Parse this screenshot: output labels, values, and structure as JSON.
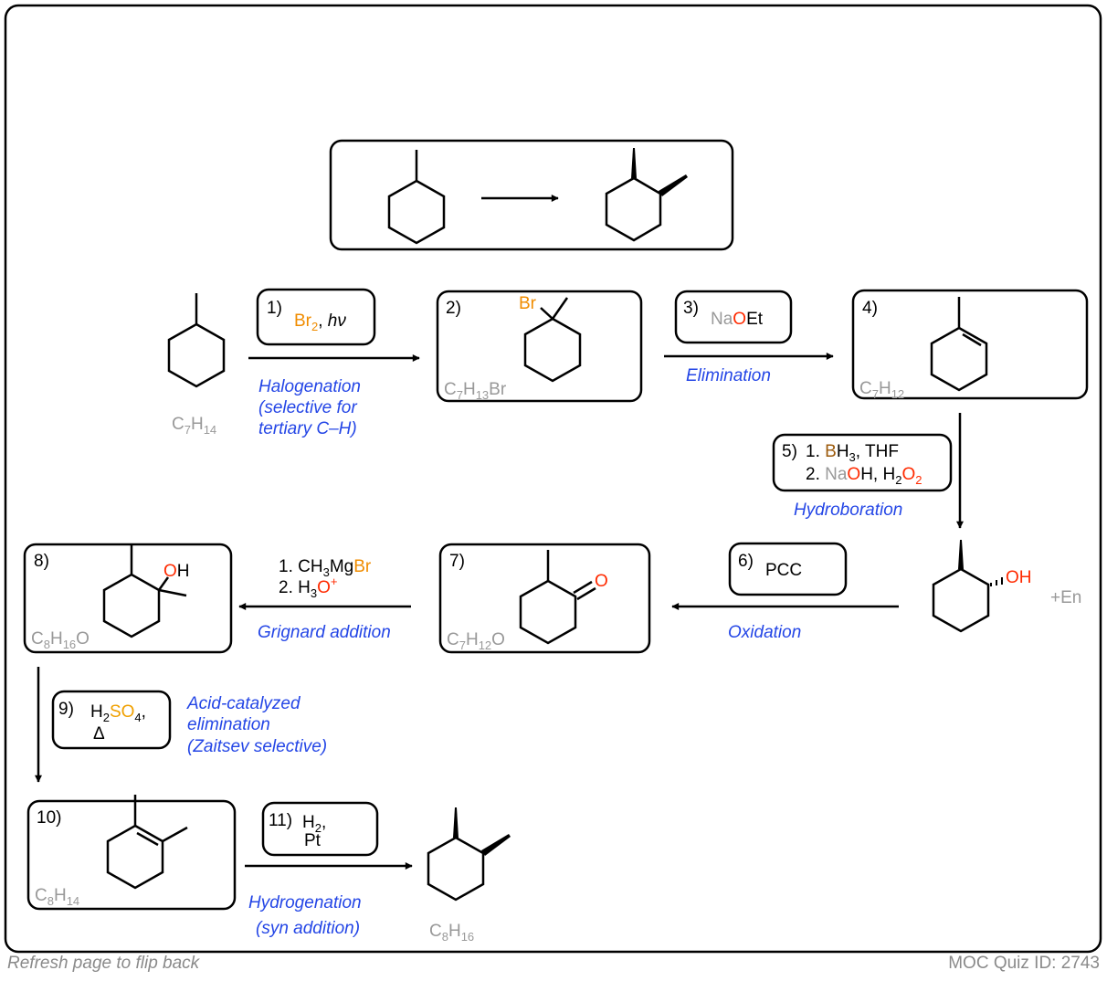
{
  "colors": {
    "label_blue": "#2446e6",
    "formula_gray": "#999999",
    "bromine_orange": "#f08c00",
    "oxygen_red": "#ff2a00",
    "boron_brown": "#9c5a0c",
    "sodium_gray": "#999999",
    "sulfur_orange": "#f0a000",
    "line_black": "#000000"
  },
  "steps": [
    {
      "num": "1)",
      "reagent_a": "Br",
      "reagent_sub": "2",
      "reagent_b": ", ",
      "reagent_c": "hν",
      "label_lines": [
        "Halogenation",
        "(selective for",
        "tertiary C–H)"
      ]
    },
    {
      "num": "2)",
      "bromine": "Br",
      "formula": {
        "a": "C",
        "b": "7",
        "c": "H",
        "d": "13",
        "e": "Br"
      }
    },
    {
      "num": "3)",
      "reagent_a": "Na",
      "reagent_b": "O",
      "reagent_c": "Et",
      "label": "Elimination"
    },
    {
      "num": "4)",
      "formula": {
        "a": "C",
        "b": "7",
        "c": "H",
        "d": "12"
      }
    },
    {
      "num": "5)",
      "line1_prefix": "1. ",
      "line1_b": "B",
      "line1_rest": "H",
      "line1_sub": "3",
      "line1_end": ", THF",
      "line2_prefix": "2. ",
      "line2_na": "Na",
      "line2_o": "O",
      "line2_h": "H, H",
      "line2_sub1": "2",
      "line2_o2": "O",
      "line2_sub2": "2",
      "label": "Hydroboration"
    },
    {
      "num": "6)",
      "reagent": "PCC",
      "label": "Oxidation",
      "alcohol_oh": "OH",
      "side_note": "+En"
    },
    {
      "num": "7)",
      "oxygen": "O",
      "formula": {
        "a": "C",
        "b": "7",
        "c": "H",
        "d": "12",
        "e": "O"
      }
    },
    {
      "num": "8)",
      "line1_a": "1. CH",
      "line1_sub": "3",
      "line1_b": "Mg",
      "line1_c": "Br",
      "line2_a": "2. H",
      "line2_sub": "3",
      "line2_b": "O",
      "line2_sup": "+",
      "label": "Grignard addition",
      "oh_o": "O",
      "oh_h": "H",
      "formula": {
        "a": "C",
        "b": "8",
        "c": "H",
        "d": "16",
        "e": "O"
      }
    },
    {
      "num": "9)",
      "line1_a": "H",
      "line1_sub": "2",
      "line1_b": "SO",
      "line1_sub2": "4",
      "line1_end": ",",
      "line2": "Δ",
      "label_lines": [
        "Acid-catalyzed",
        "elimination",
        "(Zaitsev selective)"
      ]
    },
    {
      "num": "10)",
      "formula": {
        "a": "C",
        "b": "8",
        "c": "H",
        "d": "14"
      }
    },
    {
      "num": "11)",
      "line1_a": "H",
      "line1_sub": "2",
      "line1_end": ",",
      "line2": "Pt",
      "label_lines": [
        "Hydrogenation",
        "(syn addition)"
      ],
      "product_formula": {
        "a": "C",
        "b": "8",
        "c": "H",
        "d": "16"
      }
    }
  ],
  "start_formula": {
    "a": "C",
    "b": "7",
    "c": "H",
    "d": "14"
  },
  "footer": {
    "left": "Refresh page to flip back",
    "right": "MOC Quiz ID: 2743"
  }
}
